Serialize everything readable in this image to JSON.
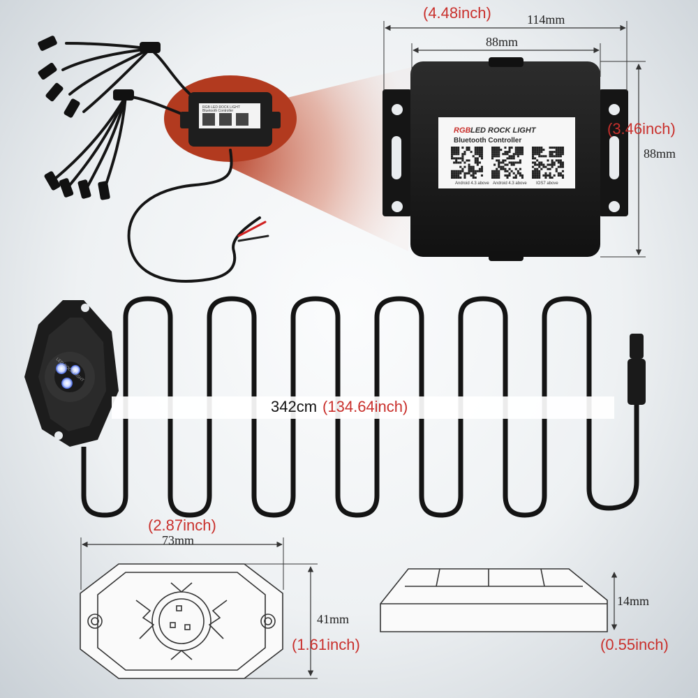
{
  "colors": {
    "dim_red": "#c9302c",
    "device_black": "#1b1b1b",
    "cable": "#141414",
    "wire_red": "#d02020"
  },
  "controller": {
    "label_prefix": "RGB",
    "label_title": " LED ROCK LIGHT",
    "label_sub": "Bluetooth Controller",
    "qr_captions": [
      "Android 4.3 above",
      "Android 4.3 above",
      "IOS7 above"
    ],
    "small_label_1": "RGB LED ROCK LIGHT",
    "small_label_2": "Bluetooth Controller"
  },
  "dims": {
    "ctrl_outer_in": "(4.48inch)",
    "ctrl_outer_mm": "114mm",
    "ctrl_inner_mm": "88mm",
    "ctrl_height_in": "(3.46inch)",
    "ctrl_height_mm": "88mm",
    "cable_cm": "342cm",
    "cable_in": "(134.64inch)",
    "pod_width_in": "(2.87inch)",
    "pod_width_mm": "73mm",
    "pod_height_mm": "41mm",
    "pod_height_in": "(1.61inch)",
    "pod_depth_mm": "14mm",
    "pod_depth_in": "(0.55inch)"
  },
  "pod": {
    "label": "LED ROCK LIGHT"
  }
}
